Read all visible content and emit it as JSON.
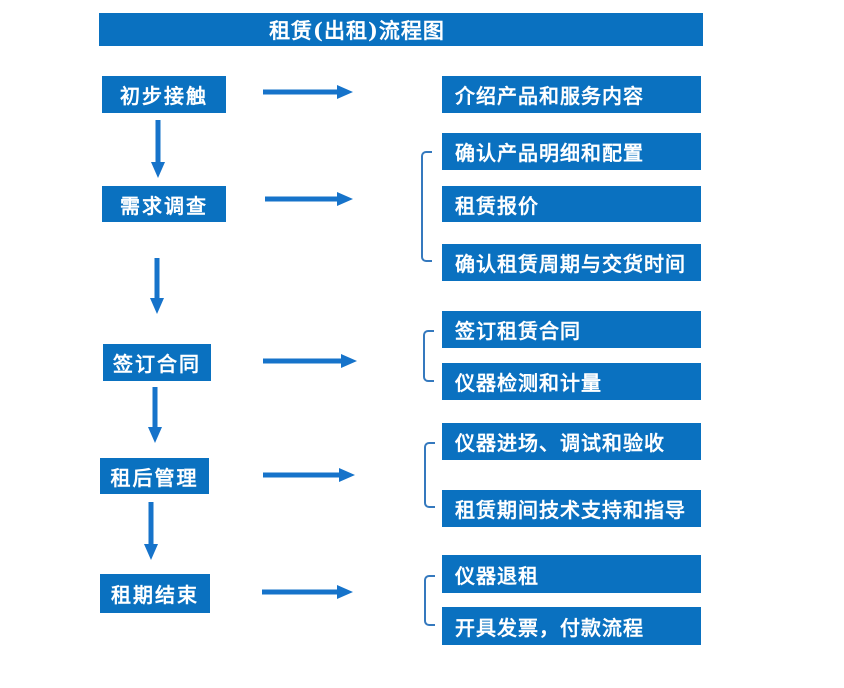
{
  "title": "租赁(出租)流程图",
  "colors": {
    "box_blue": "#0a71c0",
    "arrow_blue": "#1673ca",
    "bracket_blue": "#3579be",
    "text_white": "#ffffff",
    "page_bg": "#ffffff"
  },
  "icons": {
    "arrow_right": "right-arrow",
    "arrow_down": "down-arrow",
    "bracket": "left-square-bracket"
  },
  "stages": [
    {
      "label": "初步接触",
      "actions": [
        "介绍产品和服务内容"
      ]
    },
    {
      "label": "需求调查",
      "actions": [
        "确认产品明细和配置",
        "租赁报价",
        "确认租赁周期与交货时间"
      ]
    },
    {
      "label": "签订合同",
      "actions": [
        "签订租赁合同",
        "仪器检测和计量"
      ]
    },
    {
      "label": "租后管理",
      "actions": [
        "仪器进场、调试和验收",
        "租赁期间技术支持和指导"
      ]
    },
    {
      "label": "租期结束",
      "actions": [
        "仪器退租",
        "开具发票，付款流程"
      ]
    }
  ]
}
